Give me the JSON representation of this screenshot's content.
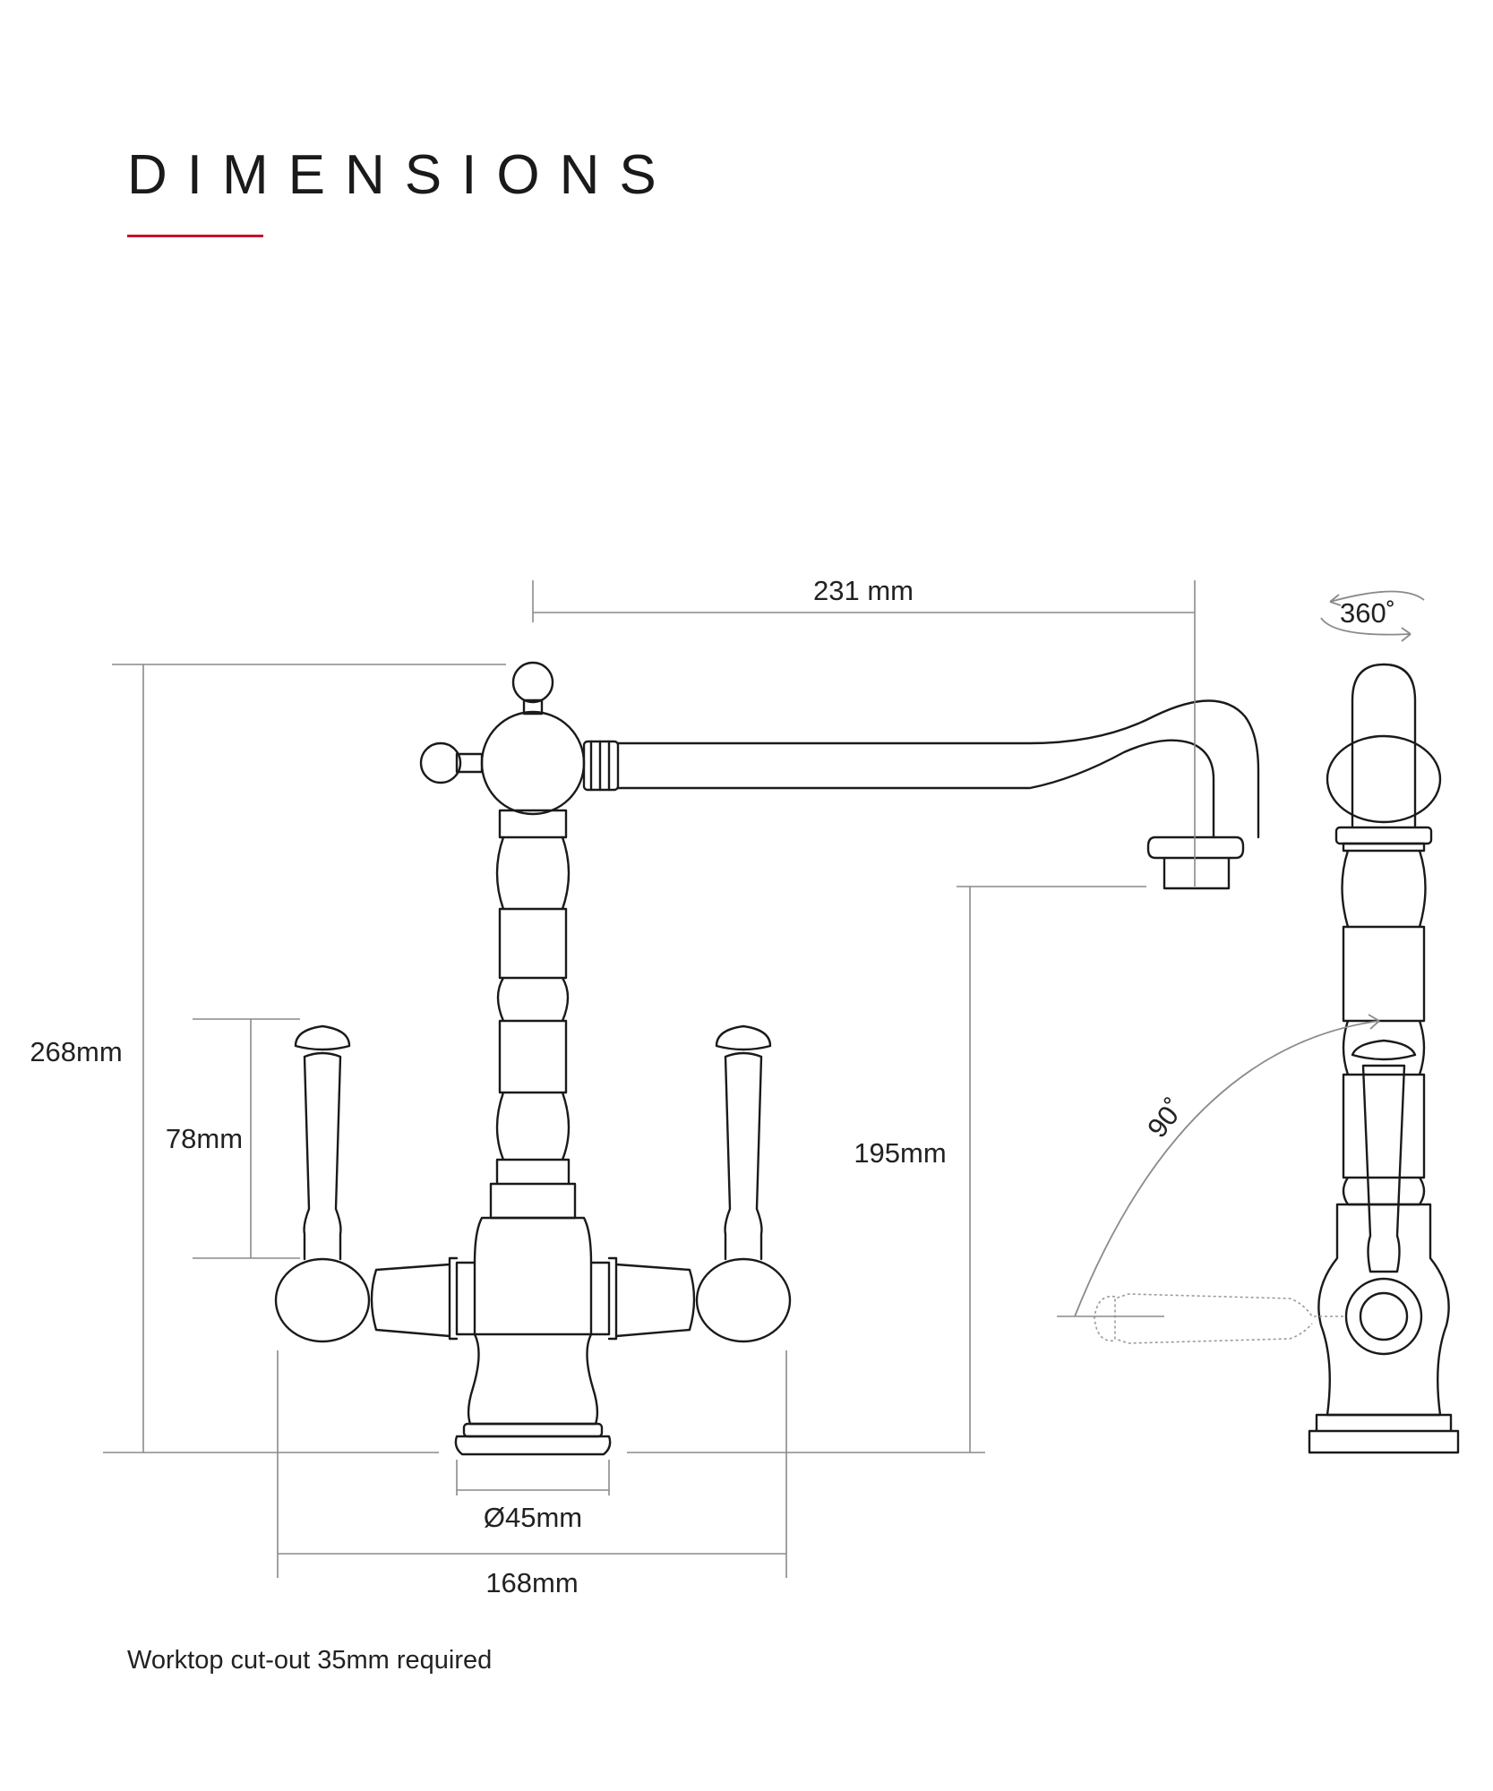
{
  "header": {
    "title": "DIMENSIONS",
    "accent_color": "#c8102e"
  },
  "dimensions": {
    "spout_reach": "231 mm",
    "rotation": "360˚",
    "total_height": "268mm",
    "lever_height": "78mm",
    "spout_height": "195mm",
    "lever_angle": "90˚",
    "base_diameter": "Ø45mm",
    "lever_span": "168mm"
  },
  "footer": {
    "note": "Worktop cut-out 35mm required"
  }
}
